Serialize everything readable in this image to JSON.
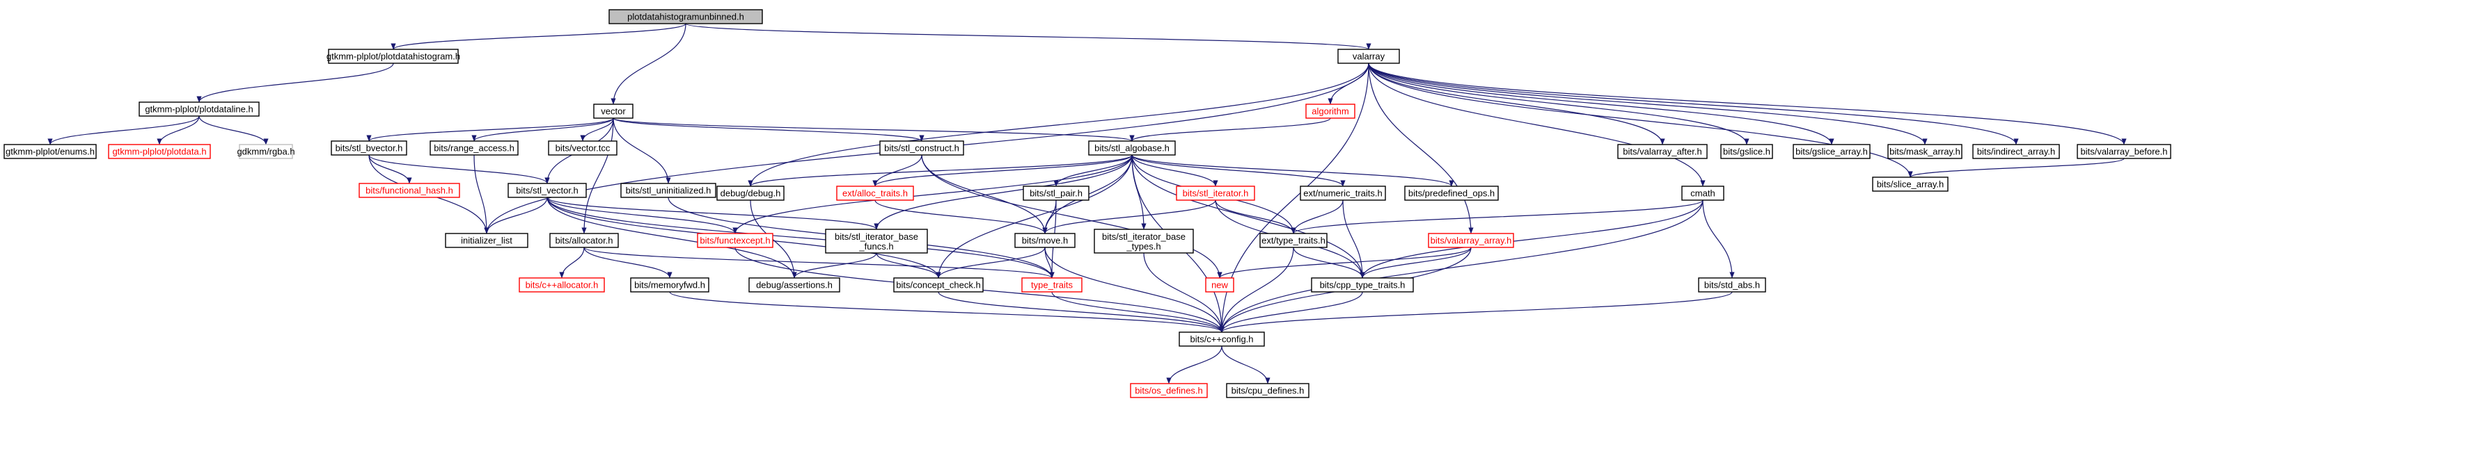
{
  "colors": {
    "edge": "#191970",
    "root_fill": "#bfbfbf",
    "normal_border": "#000000",
    "missing_border": "#ff0000",
    "external_border": "#bfbfbf"
  },
  "nodes": [
    {
      "id": "root",
      "label": "plotdatahistogramunbinned.h",
      "kind": "root"
    },
    {
      "id": "pdh",
      "label": "gtkmm-plplot/plotdatahistogram.h",
      "kind": "black"
    },
    {
      "id": "valarray",
      "label": "valarray",
      "kind": "black"
    },
    {
      "id": "vector",
      "label": "vector",
      "kind": "black"
    },
    {
      "id": "pdl",
      "label": "gtkmm-plplot/plotdataline.h",
      "kind": "black"
    },
    {
      "id": "enums",
      "label": "gtkmm-plplot/enums.h",
      "kind": "black"
    },
    {
      "id": "plotdata",
      "label": "gtkmm-plplot/plotdata.h",
      "kind": "red"
    },
    {
      "id": "rgba",
      "label": "gdkmm/rgba.h",
      "kind": "grey"
    },
    {
      "id": "algorithm",
      "label": "algorithm",
      "kind": "red"
    },
    {
      "id": "va_after",
      "label": "bits/valarray_after.h",
      "kind": "black"
    },
    {
      "id": "gslice",
      "label": "bits/gslice.h",
      "kind": "black"
    },
    {
      "id": "gslice_array",
      "label": "bits/gslice_array.h",
      "kind": "black"
    },
    {
      "id": "mask_array",
      "label": "bits/mask_array.h",
      "kind": "black"
    },
    {
      "id": "indirect_array",
      "label": "bits/indirect_array.h",
      "kind": "black"
    },
    {
      "id": "va_before",
      "label": "bits/valarray_before.h",
      "kind": "black"
    },
    {
      "id": "slice_array",
      "label": "bits/slice_array.h",
      "kind": "black"
    },
    {
      "id": "stl_bvector",
      "label": "bits/stl_bvector.h",
      "kind": "black"
    },
    {
      "id": "range_access",
      "label": "bits/range_access.h",
      "kind": "black"
    },
    {
      "id": "vector_tcc",
      "label": "bits/vector.tcc",
      "kind": "black"
    },
    {
      "id": "stl_construct",
      "label": "bits/stl_construct.h",
      "kind": "black"
    },
    {
      "id": "stl_algobase",
      "label": "bits/stl_algobase.h",
      "kind": "black"
    },
    {
      "id": "functional_hash",
      "label": "bits/functional_hash.h",
      "kind": "red"
    },
    {
      "id": "stl_vector",
      "label": "bits/stl_vector.h",
      "kind": "black"
    },
    {
      "id": "stl_uninit",
      "label": "bits/stl_uninitialized.h",
      "kind": "black"
    },
    {
      "id": "debug",
      "label": "debug/debug.h",
      "kind": "black"
    },
    {
      "id": "alloc_traits",
      "label": "ext/alloc_traits.h",
      "kind": "red"
    },
    {
      "id": "stl_pair",
      "label": "bits/stl_pair.h",
      "kind": "black"
    },
    {
      "id": "stl_iterator",
      "label": "bits/stl_iterator.h",
      "kind": "red"
    },
    {
      "id": "numeric_traits",
      "label": "ext/numeric_traits.h",
      "kind": "black"
    },
    {
      "id": "predefined_ops",
      "label": "bits/predefined_ops.h",
      "kind": "black"
    },
    {
      "id": "cmath",
      "label": "cmath",
      "kind": "black"
    },
    {
      "id": "init_list",
      "label": "initializer_list",
      "kind": "black"
    },
    {
      "id": "allocator",
      "label": "bits/allocator.h",
      "kind": "black"
    },
    {
      "id": "functexcept",
      "label": "bits/functexcept.h",
      "kind": "red"
    },
    {
      "id": "iter_base_funcs",
      "label": "bits/stl_iterator_base_funcs.h",
      "lines": [
        "bits/stl_iterator_base",
        "_funcs.h"
      ],
      "kind": "black"
    },
    {
      "id": "move",
      "label": "bits/move.h",
      "kind": "black"
    },
    {
      "id": "iter_base_types",
      "label": "bits/stl_iterator_base_types.h",
      "lines": [
        "bits/stl_iterator_base",
        "_types.h"
      ],
      "kind": "black"
    },
    {
      "id": "type_traits_ext",
      "label": "ext/type_traits.h",
      "kind": "black"
    },
    {
      "id": "va_array",
      "label": "bits/valarray_array.h",
      "kind": "red"
    },
    {
      "id": "cxxallocator",
      "label": "bits/c++allocator.h",
      "kind": "red"
    },
    {
      "id": "memoryfwd",
      "label": "bits/memoryfwd.h",
      "kind": "black"
    },
    {
      "id": "assertions",
      "label": "debug/assertions.h",
      "kind": "black"
    },
    {
      "id": "concept_check",
      "label": "bits/concept_check.h",
      "kind": "black"
    },
    {
      "id": "type_traits",
      "label": "type_traits",
      "kind": "red"
    },
    {
      "id": "new",
      "label": "new",
      "kind": "red"
    },
    {
      "id": "cpp_type_traits",
      "label": "bits/cpp_type_traits.h",
      "kind": "black"
    },
    {
      "id": "std_abs",
      "label": "bits/std_abs.h",
      "kind": "black"
    },
    {
      "id": "cxxconfig",
      "label": "bits/c++config.h",
      "kind": "black"
    },
    {
      "id": "os_defines",
      "label": "bits/os_defines.h",
      "kind": "red"
    },
    {
      "id": "cpu_defines",
      "label": "bits/cpu_defines.h",
      "kind": "black"
    }
  ],
  "edges": [
    [
      "root",
      "pdh"
    ],
    [
      "root",
      "valarray"
    ],
    [
      "root",
      "vector"
    ],
    [
      "pdh",
      "pdl"
    ],
    [
      "pdl",
      "enums"
    ],
    [
      "pdl",
      "plotdata"
    ],
    [
      "pdl",
      "rgba"
    ],
    [
      "valarray",
      "init_list"
    ],
    [
      "valarray",
      "debug"
    ],
    [
      "valarray",
      "algorithm"
    ],
    [
      "valarray",
      "va_after"
    ],
    [
      "valarray",
      "gslice"
    ],
    [
      "valarray",
      "gslice_array"
    ],
    [
      "valarray",
      "mask_array"
    ],
    [
      "valarray",
      "indirect_array"
    ],
    [
      "valarray",
      "va_before"
    ],
    [
      "valarray",
      "slice_array"
    ],
    [
      "valarray",
      "cmath"
    ],
    [
      "valarray",
      "va_array"
    ],
    [
      "valarray",
      "cxxconfig"
    ],
    [
      "va_before",
      "slice_array"
    ],
    [
      "algorithm",
      "stl_algobase"
    ],
    [
      "vector",
      "stl_bvector"
    ],
    [
      "vector",
      "range_access"
    ],
    [
      "vector",
      "vector_tcc"
    ],
    [
      "vector",
      "stl_construct"
    ],
    [
      "vector",
      "stl_algobase"
    ],
    [
      "vector",
      "stl_vector"
    ],
    [
      "vector",
      "stl_uninit"
    ],
    [
      "vector",
      "allocator"
    ],
    [
      "stl_bvector",
      "functional_hash"
    ],
    [
      "stl_bvector",
      "stl_vector"
    ],
    [
      "stl_bvector",
      "init_list"
    ],
    [
      "range_access",
      "init_list"
    ],
    [
      "stl_vector",
      "init_list"
    ],
    [
      "stl_vector",
      "functexcept"
    ],
    [
      "stl_vector",
      "iter_base_funcs"
    ],
    [
      "stl_vector",
      "assertions"
    ],
    [
      "stl_vector",
      "concept_check"
    ],
    [
      "stl_vector",
      "type_traits"
    ],
    [
      "stl_uninit",
      "type_traits"
    ],
    [
      "stl_construct",
      "alloc_traits"
    ],
    [
      "stl_construct",
      "move"
    ],
    [
      "stl_construct",
      "new"
    ],
    [
      "stl_algobase",
      "debug"
    ],
    [
      "stl_algobase",
      "alloc_traits"
    ],
    [
      "stl_algobase",
      "stl_pair"
    ],
    [
      "stl_algobase",
      "stl_iterator"
    ],
    [
      "stl_algobase",
      "numeric_traits"
    ],
    [
      "stl_algobase",
      "predefined_ops"
    ],
    [
      "stl_algobase",
      "functexcept"
    ],
    [
      "stl_algobase",
      "iter_base_funcs"
    ],
    [
      "stl_algobase",
      "move"
    ],
    [
      "stl_algobase",
      "iter_base_types"
    ],
    [
      "stl_algobase",
      "concept_check"
    ],
    [
      "stl_algobase",
      "type_traits_ext"
    ],
    [
      "stl_algobase",
      "cpp_type_traits"
    ],
    [
      "stl_algobase",
      "cxxconfig"
    ],
    [
      "debug",
      "assertions"
    ],
    [
      "alloc_traits",
      "move"
    ],
    [
      "stl_pair",
      "move"
    ],
    [
      "stl_pair",
      "type_traits"
    ],
    [
      "stl_iterator",
      "move"
    ],
    [
      "stl_iterator",
      "type_traits_ext"
    ],
    [
      "stl_iterator",
      "cpp_type_traits"
    ],
    [
      "numeric_traits",
      "type_traits_ext"
    ],
    [
      "numeric_traits",
      "cpp_type_traits"
    ],
    [
      "allocator",
      "cxxallocator"
    ],
    [
      "allocator",
      "memoryfwd"
    ],
    [
      "allocator",
      "type_traits"
    ],
    [
      "functexcept",
      "cxxconfig"
    ],
    [
      "iter_base_funcs",
      "assertions"
    ],
    [
      "iter_base_funcs",
      "concept_check"
    ],
    [
      "move",
      "concept_check"
    ],
    [
      "move",
      "type_traits"
    ],
    [
      "move",
      "cxxconfig"
    ],
    [
      "iter_base_types",
      "cxxconfig"
    ],
    [
      "cmath",
      "type_traits_ext"
    ],
    [
      "cmath",
      "cpp_type_traits"
    ],
    [
      "cmath",
      "std_abs"
    ],
    [
      "cmath",
      "cxxconfig"
    ],
    [
      "type_traits_ext",
      "cpp_type_traits"
    ],
    [
      "type_traits_ext",
      "cxxconfig"
    ],
    [
      "va_array",
      "new"
    ],
    [
      "va_array",
      "cpp_type_traits"
    ],
    [
      "va_array",
      "cxxconfig"
    ],
    [
      "memoryfwd",
      "cxxconfig"
    ],
    [
      "concept_check",
      "cxxconfig"
    ],
    [
      "type_traits",
      "cxxconfig"
    ],
    [
      "cpp_type_traits",
      "cxxconfig"
    ],
    [
      "std_abs",
      "cxxconfig"
    ],
    [
      "cxxconfig",
      "os_defines"
    ],
    [
      "cxxconfig",
      "cpu_defines"
    ]
  ]
}
